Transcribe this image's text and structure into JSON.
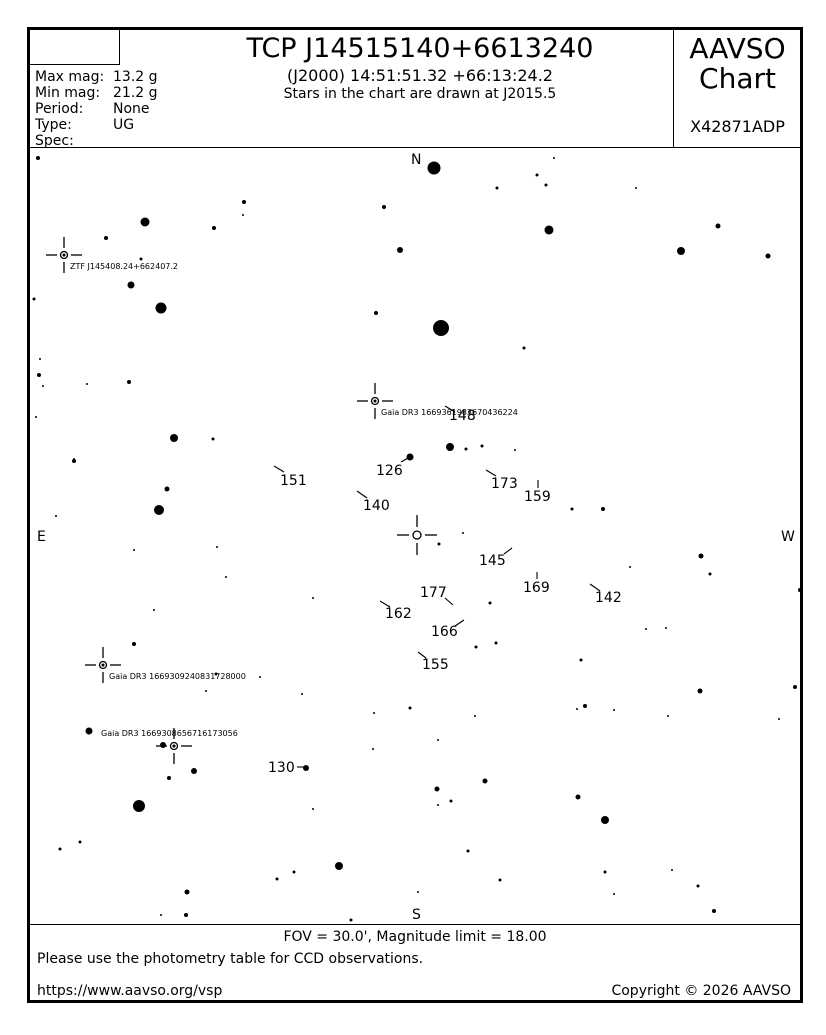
{
  "header": {
    "title": "TCP J14515140+6613240",
    "coords": "(J2000) 14:51:51.32 +66:13:24.2",
    "epoch_note": "Stars in the chart are drawn at J2015.5",
    "brand_line1": "AAVSO",
    "brand_line2": "Chart",
    "chart_id": "X42871ADP",
    "info": [
      {
        "label": "Max mag:",
        "value": "13.2 g"
      },
      {
        "label": "Min mag:",
        "value": "21.2 g"
      },
      {
        "label": "Period:",
        "value": "None"
      },
      {
        "label": "Type:",
        "value": "UG"
      },
      {
        "label": "Spec:",
        "value": ""
      }
    ]
  },
  "map": {
    "directions": {
      "north": "N",
      "south": "S",
      "east": "E",
      "west": "W"
    },
    "named_objects": [
      {
        "label": "ZTF J145408.24+662407.2"
      },
      {
        "label": "Gaia DR3 1669361983670436224"
      },
      {
        "label": "Gaia DR3 1669309240831728000"
      },
      {
        "label": "Gaia DR3 1669308656716173056"
      }
    ],
    "comparison_labels": [
      "148",
      "126",
      "151",
      "140",
      "173",
      "159",
      "145",
      "169",
      "142",
      "177",
      "162",
      "166",
      "155",
      "130"
    ]
  },
  "footer": {
    "fov": "FOV = 30.0', Magnitude limit = 18.00",
    "photometry_note": "Please use the photometry table for CCD observations.",
    "url": "https://www.aavso.org/vsp",
    "copyright": "Copyright © 2026 AAVSO"
  }
}
